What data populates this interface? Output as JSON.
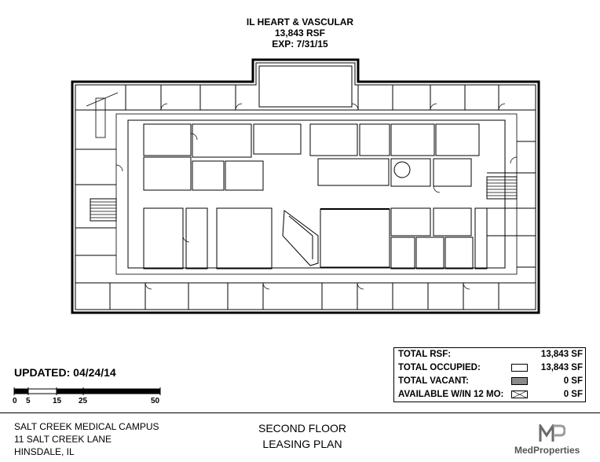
{
  "header": {
    "tenant": "IL HEART & VASCULAR",
    "rsf": "13,843 RSF",
    "expiration": "EXP: 7/31/15"
  },
  "legend": {
    "rows": [
      {
        "label": "TOTAL RSF:",
        "value": "13,843 SF",
        "swatch": "none"
      },
      {
        "label": "TOTAL OCCUPIED:",
        "value": "13,843 SF",
        "swatch": "#ffffff"
      },
      {
        "label": "TOTAL VACANT:",
        "value": "0 SF",
        "swatch": "#8a8a8a"
      },
      {
        "label": "AVAILABLE W/IN 12 MO:",
        "value": "0 SF",
        "swatch": "hatch"
      }
    ]
  },
  "updated": "UPDATED: 04/24/14",
  "scale": {
    "labels": [
      "0",
      "5",
      "15",
      "25",
      "50"
    ]
  },
  "address": {
    "line1": "SALT CREEK MEDICAL CAMPUS",
    "line2": "11 SALT CREEK LANE",
    "line3": "HINSDALE, IL"
  },
  "plan_title": {
    "line1": "SECOND FLOOR",
    "line2": "LEASING PLAN"
  },
  "brand": {
    "name": "MedProperties",
    "mark": "MP"
  }
}
